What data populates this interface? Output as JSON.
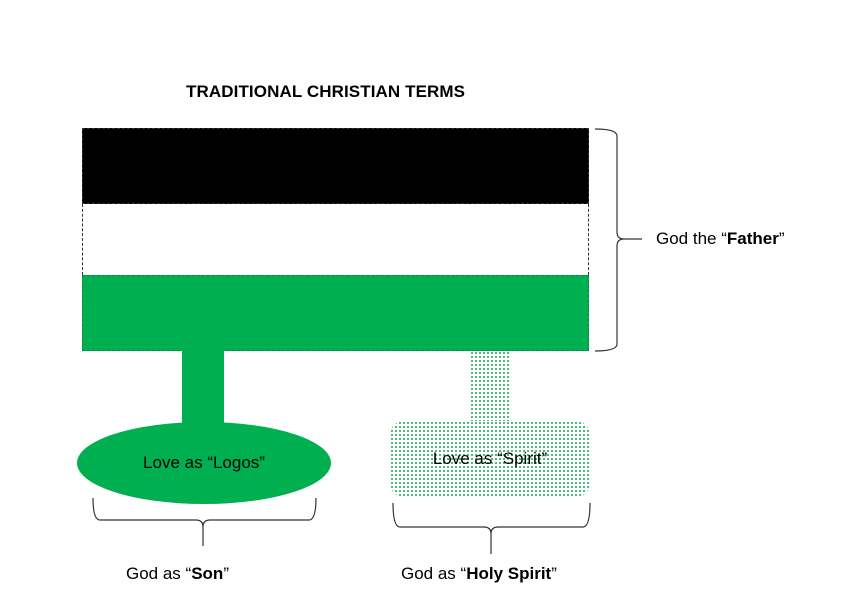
{
  "title": "TRADITIONAL CHRISTIAN TERMS",
  "colors": {
    "black_band": "#000000",
    "white_band": "#ffffff",
    "green_band": "#00b050",
    "spirit_dots": "#1ea85a"
  },
  "father": {
    "prefix": "God the “",
    "bold": "Father",
    "suffix": "”"
  },
  "son": {
    "shape_text": "Love as “Logos”",
    "label_prefix": "God as “",
    "label_bold": "Son",
    "label_suffix": "”"
  },
  "spirit": {
    "shape_text": "Love as “Spirit”",
    "label_prefix": "God as “",
    "label_bold": "Holy Spirit",
    "label_suffix": "”"
  }
}
